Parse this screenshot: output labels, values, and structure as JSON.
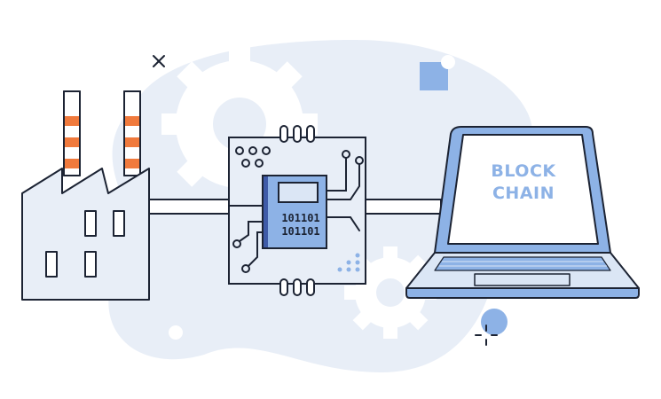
{
  "laptop": {
    "screen_line_1": "BLOCK",
    "screen_line_2": "CHAIN"
  },
  "chip": {
    "binary_line_1": "101101",
    "binary_line_2": "101101"
  },
  "colors": {
    "outline": "#1c2333",
    "blob_background": "#e8eef7",
    "gear": "#ffffff",
    "light_blue": "#dbe6f5",
    "accent_blue": "#8db2e6",
    "factory_stripe": "#f07a3d"
  },
  "icons": [
    "factory-icon",
    "circuit-board-icon",
    "microchip-icon",
    "laptop-icon",
    "gear-icon",
    "cross-icon",
    "square-icon",
    "circle-icon"
  ]
}
